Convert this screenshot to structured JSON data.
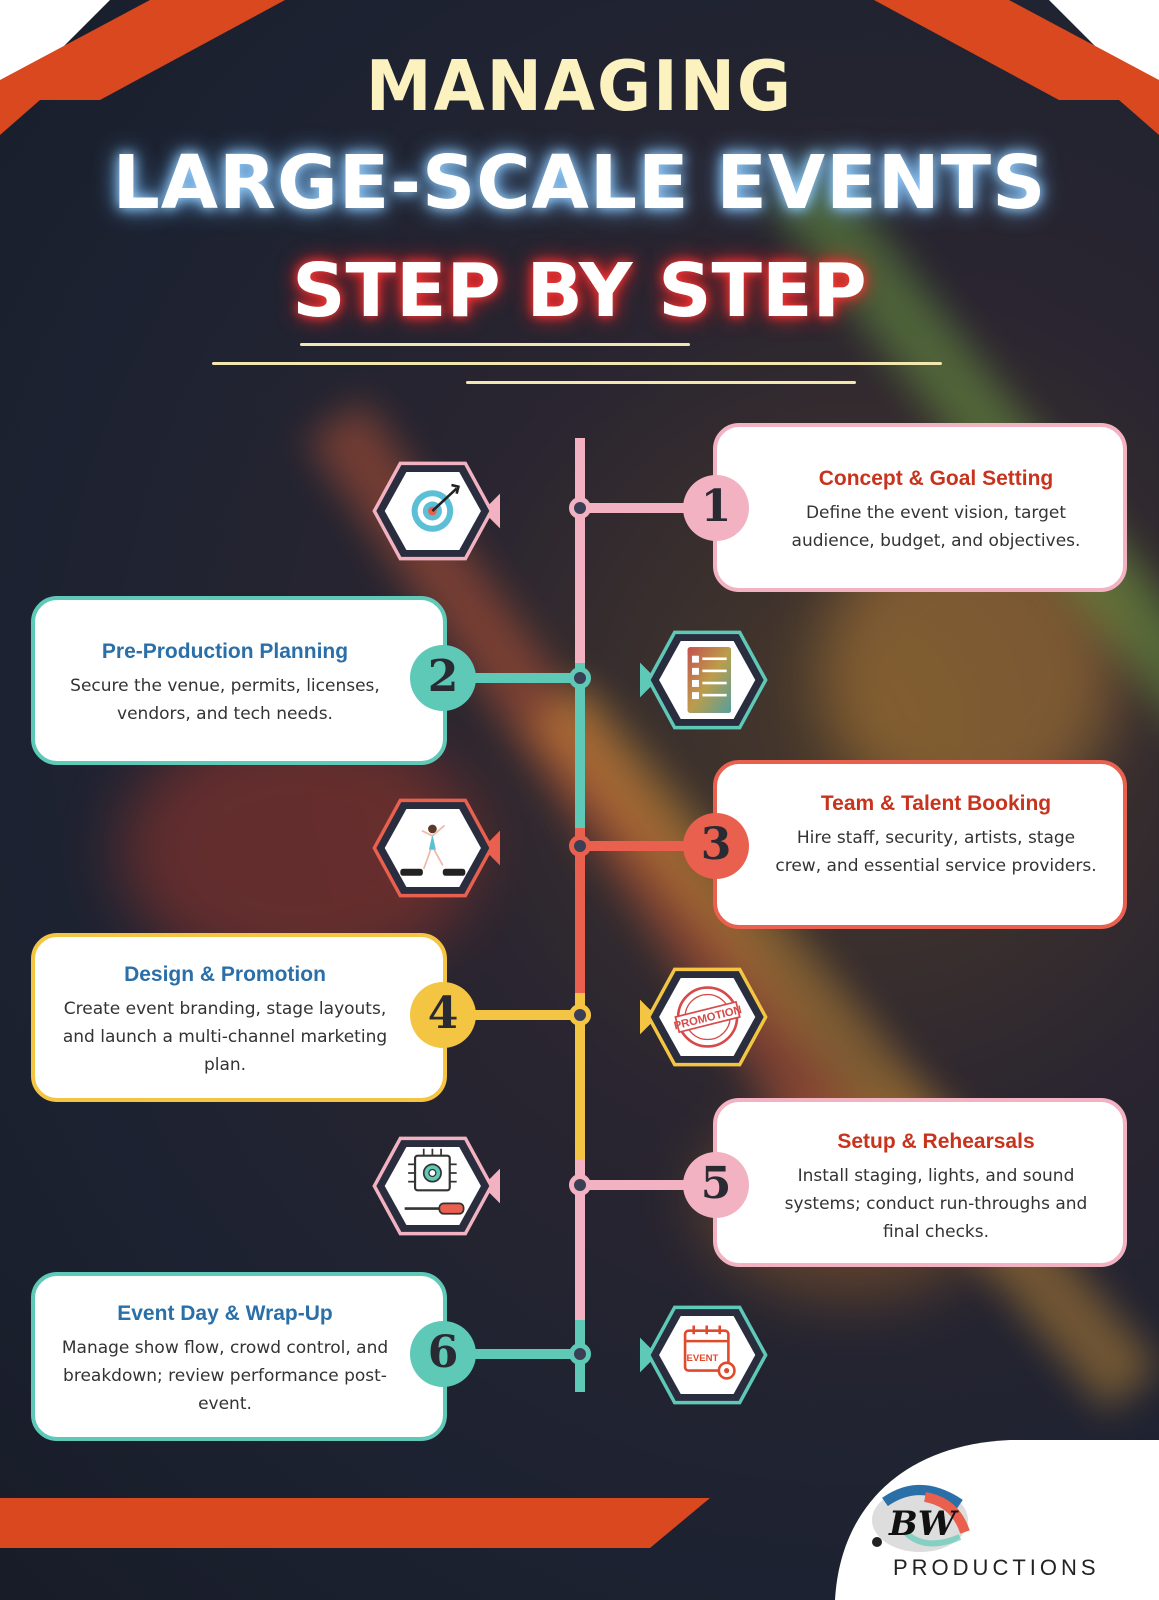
{
  "title": {
    "line1": "MANAGING",
    "line2": "LARGE-SCALE EVENTS",
    "line3": "STEP BY STEP"
  },
  "colors": {
    "pink": "#f2b2c2",
    "teal": "#5fc9b8",
    "coral": "#e9604f",
    "yellow": "#f4c542",
    "accent_orange": "#d9481f",
    "heading_red": "#c8331d",
    "heading_blue": "#2a6fa8"
  },
  "steps": [
    {
      "number": "1",
      "title": "Concept & Goal Setting",
      "text": "Define the event vision, target audience, budget, and objectives.",
      "icon": "target-icon"
    },
    {
      "number": "2",
      "title": "Pre-Production Planning",
      "text": "Secure the venue, permits, licenses, vendors, and tech needs.",
      "icon": "checklist-icon"
    },
    {
      "number": "3",
      "title": "Team & Talent Booking",
      "text": "Hire staff, security, artists, stage crew, and essential service providers.",
      "icon": "dancer-icon"
    },
    {
      "number": "4",
      "title": "Design & Promotion",
      "text": "Create event branding, stage layouts, and launch a multi-channel marketing plan.",
      "icon": "promotion-stamp-icon"
    },
    {
      "number": "5",
      "title": "Setup & Rehearsals",
      "text": "Install staging, lights, and sound systems; conduct run-throughs and final checks.",
      "icon": "chip-screwdriver-icon"
    },
    {
      "number": "6",
      "title": "Event Day & Wrap-Up",
      "text": "Manage show flow, crowd control, and breakdown; review performance post-event.",
      "icon": "event-calendar-icon"
    }
  ],
  "icon_labels": {
    "promotion_stamp": "PROMOTION",
    "event_calendar": "EVENT"
  },
  "logo": {
    "mark": "BW",
    "text": "PRODUCTIONS"
  }
}
